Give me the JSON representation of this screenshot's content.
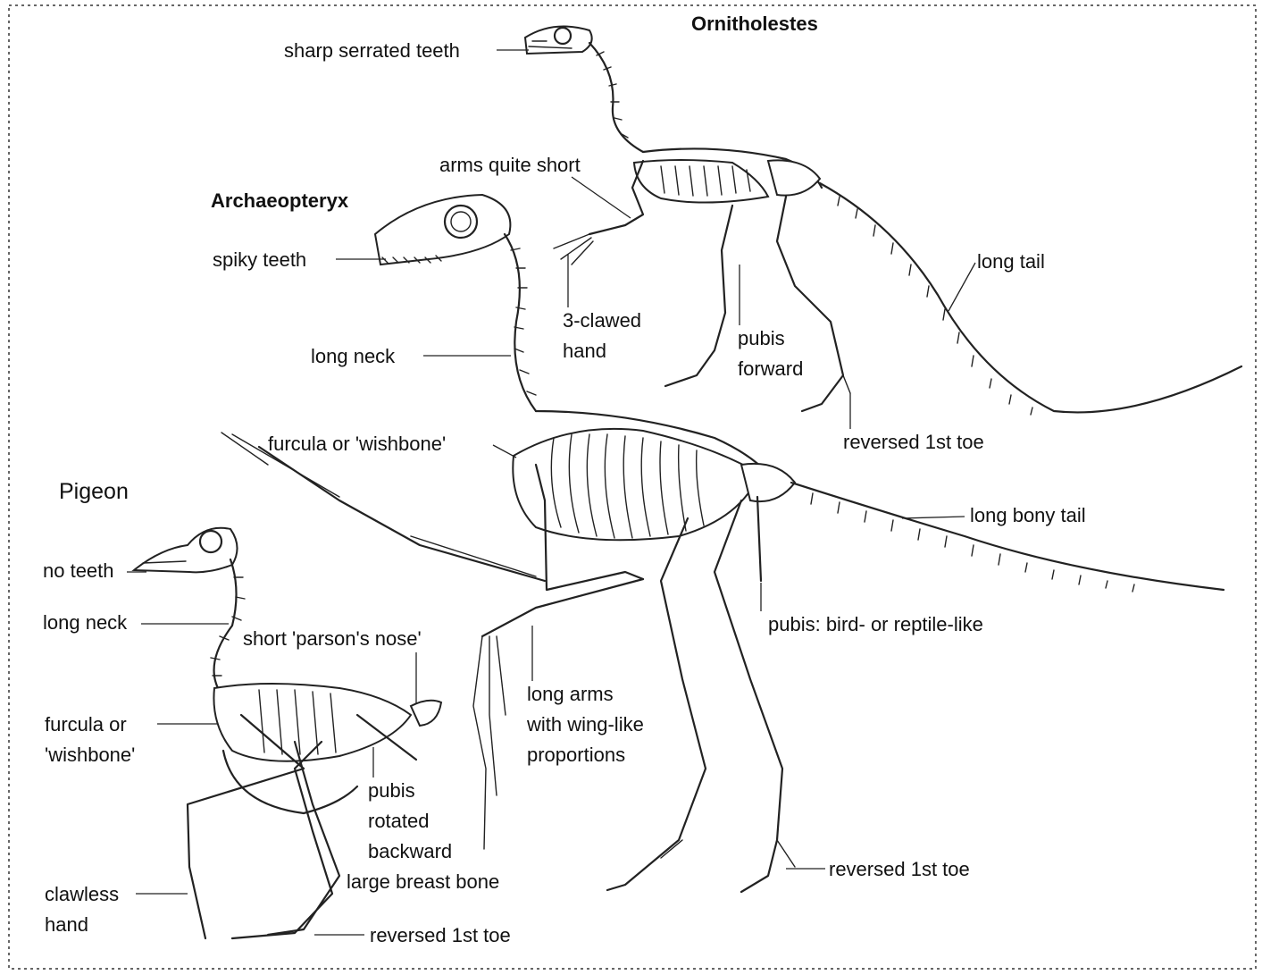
{
  "titles": {
    "ornitholestes": "Ornitholestes",
    "archaeopteryx": "Archaeopteryx",
    "pigeon": "Pigeon"
  },
  "labels": {
    "sharp_serrated_teeth": "sharp serrated teeth",
    "arms_quite_short": "arms quite short",
    "spiky_teeth": "spiky teeth",
    "three_clawed_hand_1": "3-clawed",
    "three_clawed_hand_2": "hand",
    "pubis_forward_1": "pubis",
    "pubis_forward_2": "forward",
    "long_tail": "long tail",
    "long_neck_archaeopteryx": "long neck",
    "reversed_1st_toe_ornitholestes": "reversed 1st toe",
    "furcula_archaeopteryx": "furcula or 'wishbone'",
    "long_bony_tail": "long bony tail",
    "no_teeth": "no teeth",
    "long_neck_pigeon": "long neck",
    "parsons_nose": "short 'parson's nose'",
    "pubis_bird_reptile": "pubis: bird- or reptile-like",
    "furcula_pigeon_1": "furcula or",
    "furcula_pigeon_2": "'wishbone'",
    "long_arms_1": "long arms",
    "long_arms_2": "with wing-like",
    "long_arms_3": "proportions",
    "pubis_rotated_1": "pubis",
    "pubis_rotated_2": "rotated",
    "pubis_rotated_3": "backward",
    "large_breast_bone": "large breast bone",
    "clawless_hand_1": "clawless",
    "clawless_hand_2": "hand",
    "reversed_1st_toe_archaeopteryx": "reversed 1st toe",
    "reversed_1st_toe_pigeon": "reversed 1st toe"
  }
}
